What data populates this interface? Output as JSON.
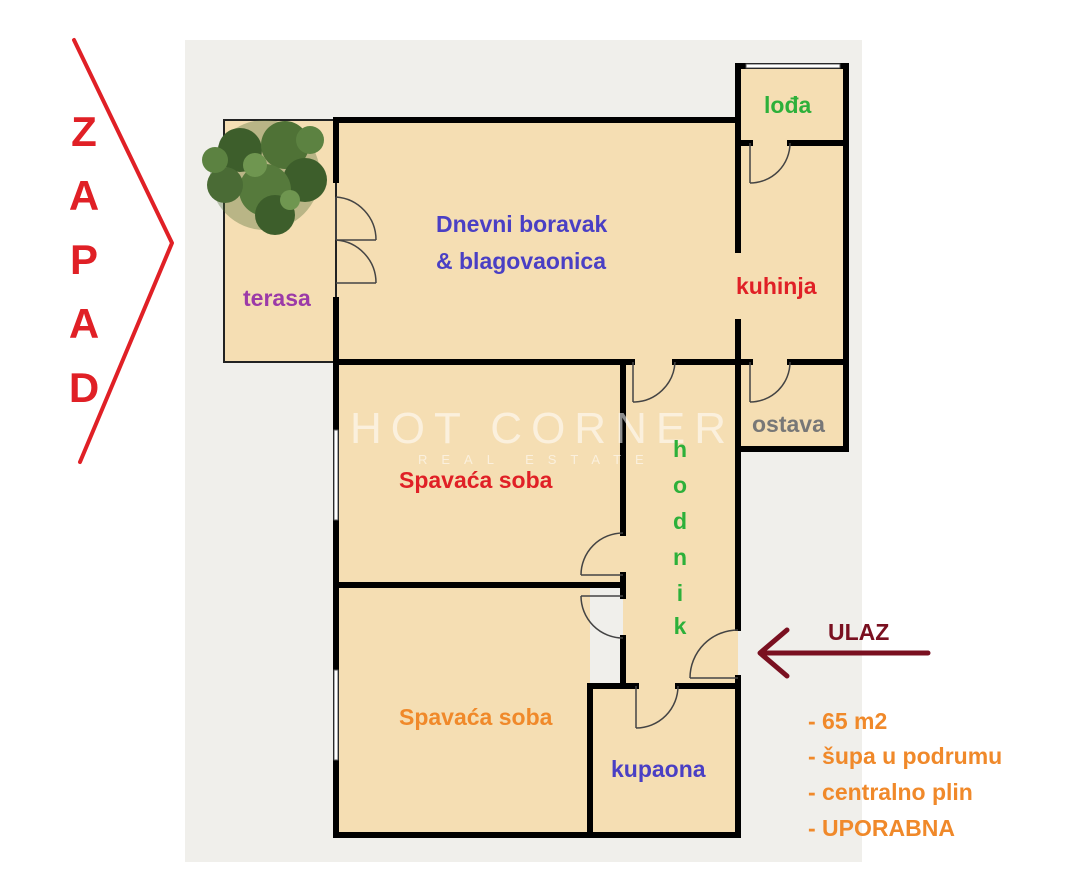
{
  "colors": {
    "floor": "#f5deb3",
    "wall": "#000000",
    "background": "#f0efeb",
    "west_arrow": "#e02026",
    "entrance_arrow": "#7a1020",
    "terrace_label": "#9c3aa8",
    "living_label": "#4a3fc4",
    "kitchen_label": "#e02026",
    "loggia_label": "#2db03a",
    "storage_label": "#777777",
    "hall_label": "#2db03a",
    "bedroom1_label": "#e02026",
    "bedroom2_label": "#f0892a",
    "bathroom_label": "#4a3fc4",
    "notes": "#f0892a"
  },
  "compass": {
    "direction_letters": [
      "Z",
      "A",
      "P",
      "A",
      "D"
    ]
  },
  "rooms": {
    "terrace": "terasa",
    "living_line1": "Dnevni boravak",
    "living_line2": "& blagovaonica",
    "loggia": "lođa",
    "kitchen": "kuhinja",
    "storage": "ostava",
    "hall_letters": [
      "h",
      "o",
      "d",
      "n",
      "i",
      "k"
    ],
    "bedroom1": "Spavaća soba",
    "bedroom2": "Spavaća soba",
    "bathroom": "kupaona"
  },
  "entrance": {
    "label": "ULAZ"
  },
  "notes": [
    "- 65 m2",
    "- šupa u podrumu",
    "- centralno plin",
    "- UPORABNA"
  ],
  "watermark": {
    "main": "HOT CORNER",
    "sub": "REAL ESTATE"
  },
  "icons": [
    "plant-icon",
    "door-swing-icon",
    "entrance-arrow-icon",
    "west-chevron-icon"
  ]
}
